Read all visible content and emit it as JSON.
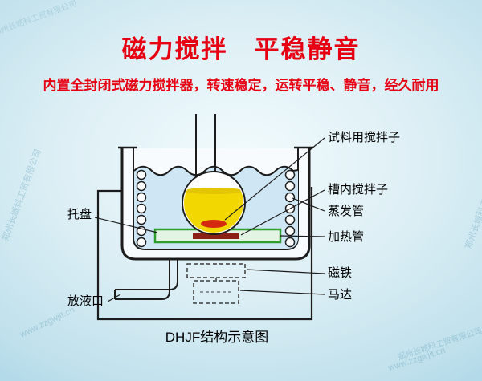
{
  "header": {
    "title": "磁力搅拌　平稳静音",
    "subtitle": "内置全封闭式磁力搅拌器，转速稳定，运转平稳、静音，经久耐用"
  },
  "diagram": {
    "caption": "DHJF结构示意图",
    "parts": {
      "sample_stirrer": "试料用搅拌子",
      "tank_stirrer": "槽内搅拌子",
      "evaporation_tube": "蒸发管",
      "heating_tube": "加热管",
      "magnet": "磁铁",
      "motor": "马达",
      "tray": "托盘",
      "drain_port": "放液口"
    }
  },
  "watermark": {
    "company": "郑州长城科工贸有限公司",
    "url": "www.zzgwjit.cn"
  },
  "colors": {
    "title_red": "#e60012",
    "bath_liquid": "#cfe6f4",
    "flask_liquid": "#f2d800",
    "stirrer_red": "#d42b10",
    "tray_green": "#2f9e2f",
    "outline": "#1c1c1c",
    "background_center": "#f2fbfd",
    "background_edge": "#9fd0e2"
  }
}
